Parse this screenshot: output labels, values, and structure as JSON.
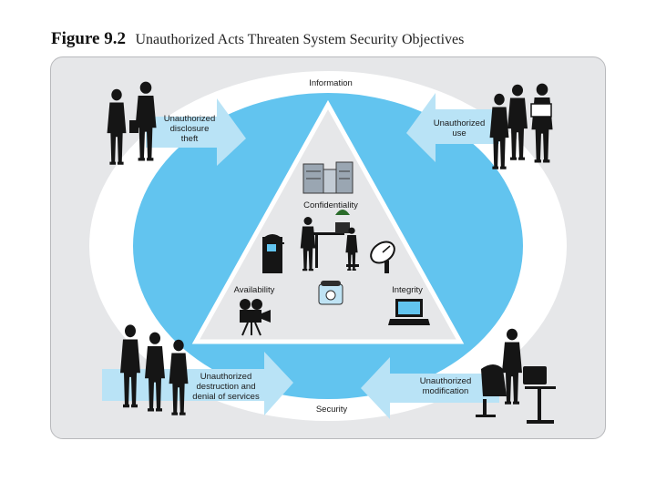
{
  "figure": {
    "number": "Figure 9.2",
    "title": "Unauthorized Acts Threaten System Security Objectives"
  },
  "ring": {
    "top_label": "Information",
    "bottom_label": "Security"
  },
  "triangle": {
    "top": "Confidentiality",
    "left": "Availability",
    "right": "Integrity"
  },
  "threats": {
    "top_left": "Unauthorized\ndisclosure\ntheft",
    "top_right": "Unauthorized\nuse",
    "bottom_left": "Unauthorized\ndestruction and\ndenial of services",
    "bottom_right": "Unauthorized\nmodification"
  },
  "colors": {
    "ring_blue": "#62c4ef",
    "arrow_blue": "#b9e3f6",
    "triangle_fill": "#e6e7e9",
    "silhouette": "#151515"
  },
  "icons": [
    "businesspeople-silhouette",
    "server-icon",
    "office-workers-icon",
    "mailbox-icon",
    "satellite-dish-icon",
    "telephone-icon",
    "movie-camera-icon",
    "computer-terminal-icon"
  ]
}
